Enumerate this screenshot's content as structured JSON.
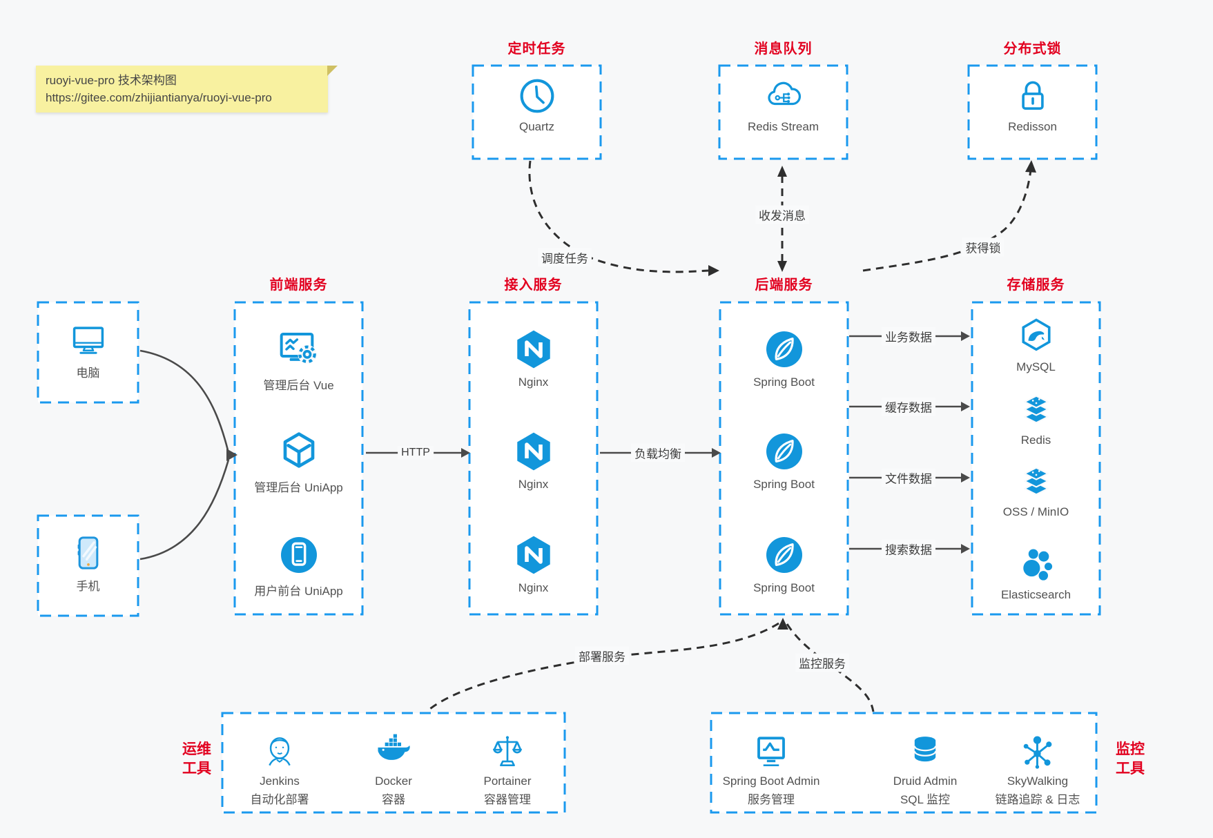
{
  "note": {
    "line1": "ruoyi-vue-pro 技术架构图",
    "line2": "https://gitee.com/zhijiantianya/ruoyi-vue-pro"
  },
  "top_groups": [
    {
      "title": "定时任务",
      "item": "Quartz",
      "icon": "clock-icon"
    },
    {
      "title": "消息队列",
      "item": "Redis Stream",
      "icon": "cloud-mq-icon"
    },
    {
      "title": "分布式锁",
      "item": "Redisson",
      "icon": "lock-icon"
    }
  ],
  "clients": [
    {
      "label": "电脑",
      "icon": "desktop-icon"
    },
    {
      "label": "手机",
      "icon": "phone-icon"
    }
  ],
  "columns": [
    {
      "title": "前端服务",
      "items": [
        "管理后台 Vue",
        "管理后台 UniApp",
        "用户前台 UniApp"
      ]
    },
    {
      "title": "接入服务",
      "items": [
        "Nginx",
        "Nginx",
        "Nginx"
      ]
    },
    {
      "title": "后端服务",
      "items": [
        "Spring Boot",
        "Spring Boot",
        "Spring Boot"
      ]
    },
    {
      "title": "存储服务",
      "items": [
        "MySQL",
        "Redis",
        "OSS / MinIO",
        "Elasticsearch"
      ]
    }
  ],
  "edges": {
    "http": "HTTP",
    "load_balance": "负载均衡",
    "schedule": "调度任务",
    "message": "收发消息",
    "lock": "获得锁",
    "business": "业务数据",
    "cache": "缓存数据",
    "file": "文件数据",
    "search": "搜索数据",
    "deploy": "部署服务",
    "monitor": "监控服务"
  },
  "bottom_groups": [
    {
      "side_label": [
        "运维",
        "工具"
      ],
      "items": [
        {
          "name": "Jenkins",
          "desc": "自动化部署",
          "icon": "jenkins-icon"
        },
        {
          "name": "Docker",
          "desc": "容器",
          "icon": "docker-icon"
        },
        {
          "name": "Portainer",
          "desc": "容器管理",
          "icon": "portainer-icon"
        }
      ]
    },
    {
      "side_label": [
        "监控",
        "工具"
      ],
      "items": [
        {
          "name": "Spring Boot Admin",
          "desc": "服务管理",
          "icon": "monitor-chart-icon"
        },
        {
          "name": "Druid Admin",
          "desc": "SQL 监控",
          "icon": "database-icon"
        },
        {
          "name": "SkyWalking",
          "desc": "链路追踪 & 日志",
          "icon": "topology-icon"
        }
      ]
    }
  ],
  "colors": {
    "icon_blue": "#1296db",
    "border_blue": "#1a99ee",
    "title_red": "#e2001f",
    "solid_arrow": "#4a4a4a",
    "dashed_arrow": "#2e2e2e",
    "note_bg": "#f8f1a0"
  }
}
